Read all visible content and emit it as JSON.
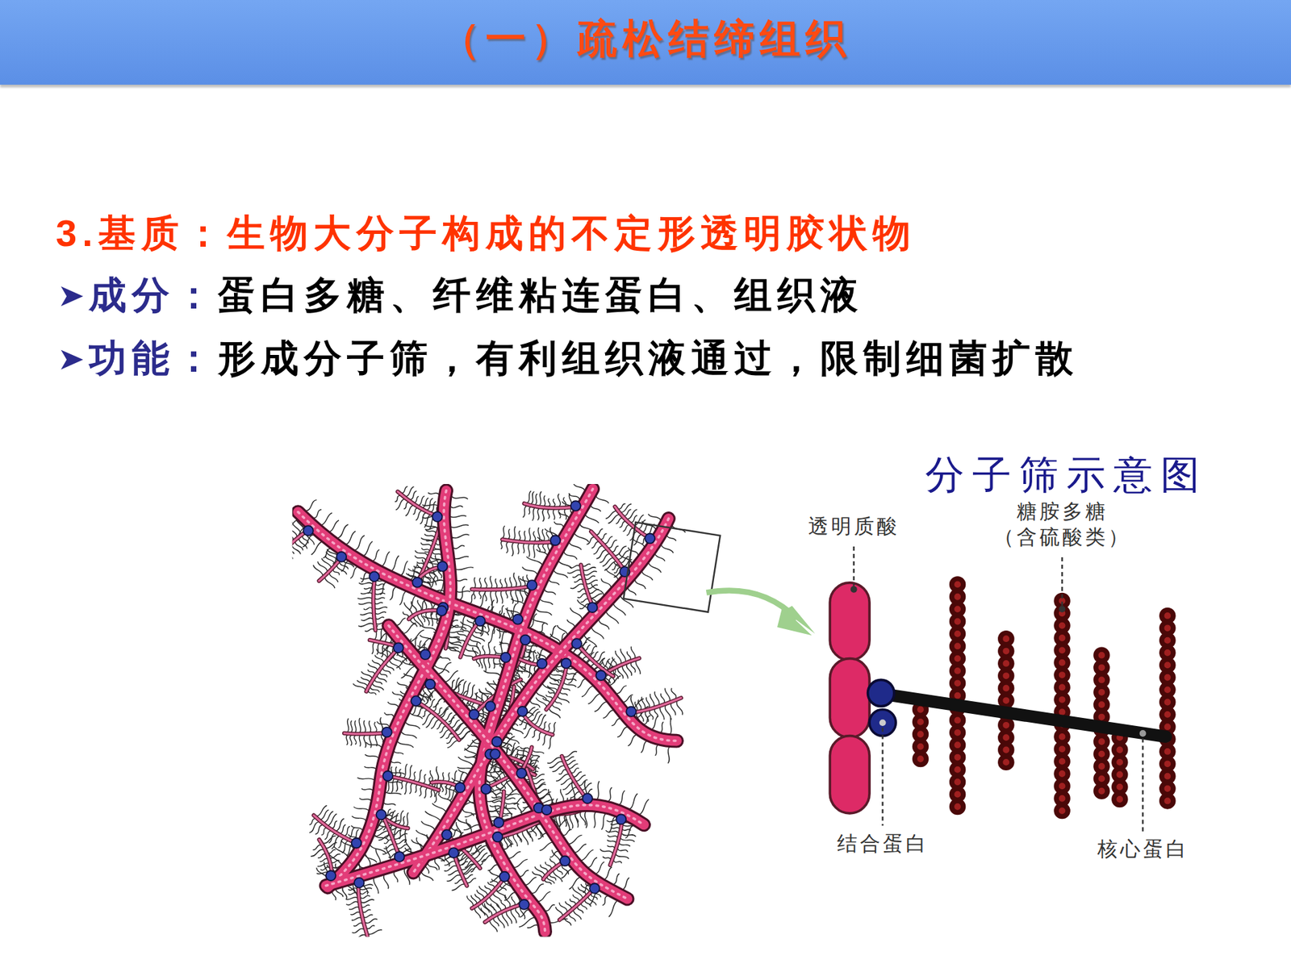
{
  "diagram": {
    "title": "（一）疏松结缔组织",
    "labels": [
      "3.基质：",
      "生物大分子构成的不定形透明胶状物",
      "成分：",
      "蛋白多糖、纤维粘连蛋白、组织液",
      "功能：",
      "形成分子筛，有利组织液通过，限制细菌扩散",
      "分子筛示意图",
      "透明质酸",
      "糖胺多糖 （含硫酸类）",
      "结合蛋白",
      "核心蛋白"
    ]
  }
}
